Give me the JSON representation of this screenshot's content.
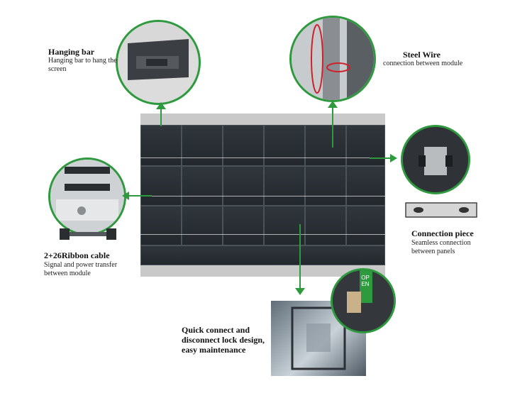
{
  "labels": {
    "hanging_bar": {
      "title": "Hanging bar",
      "desc": "Hanging bar to hang the screen"
    },
    "steel_wire": {
      "title": "Steel Wire",
      "desc": "connection between module"
    },
    "ribbon_cable": {
      "title": "2+26Ribbon cable",
      "desc": "Signal and power transfer between module"
    },
    "connection_piece": {
      "title": "Connection piece",
      "desc": "Seamless connection between panels"
    },
    "quick_connect": {
      "title": "Quick connect and disconnect lock design, easy maintenance"
    },
    "open_tag": "OPEN"
  },
  "colors": {
    "accent": "#2e9a3e",
    "highlight": "#d0202a",
    "panel": "#2b3036",
    "frame": "#bfbfbf"
  },
  "icons": [
    "hanging-bar-photo",
    "steel-wire-photo",
    "connection-piece-photo",
    "ribbon-cable-photo",
    "quick-lock-photo"
  ]
}
